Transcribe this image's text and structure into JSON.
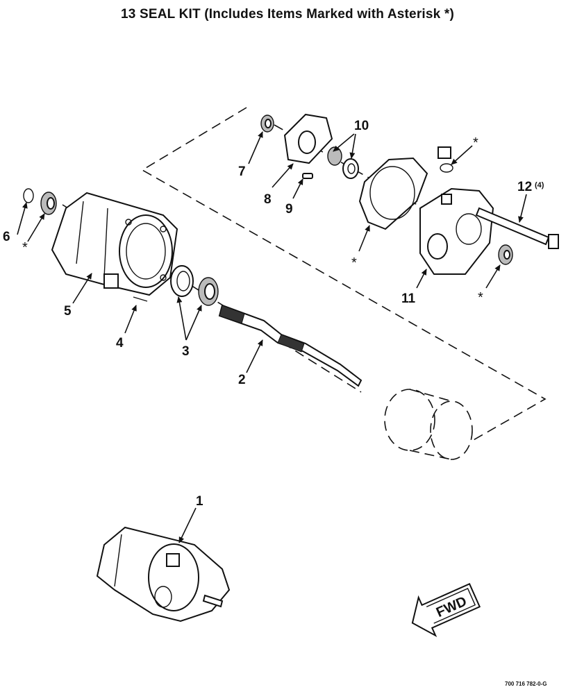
{
  "title": "13 SEAL KIT (Includes Items Marked with Asterisk *)",
  "callouts": {
    "item1": "1",
    "item2": "2",
    "item3": "3",
    "item4": "4",
    "item5": "5",
    "item6": "6",
    "item7": "7",
    "item8": "8",
    "item9": "9",
    "item10": "10",
    "item11": "11",
    "item12": "12",
    "item12_qty": "(4)"
  },
  "asterisk": "*",
  "fwd_label": "FWD",
  "figure_number": "700 716 782-0-G"
}
